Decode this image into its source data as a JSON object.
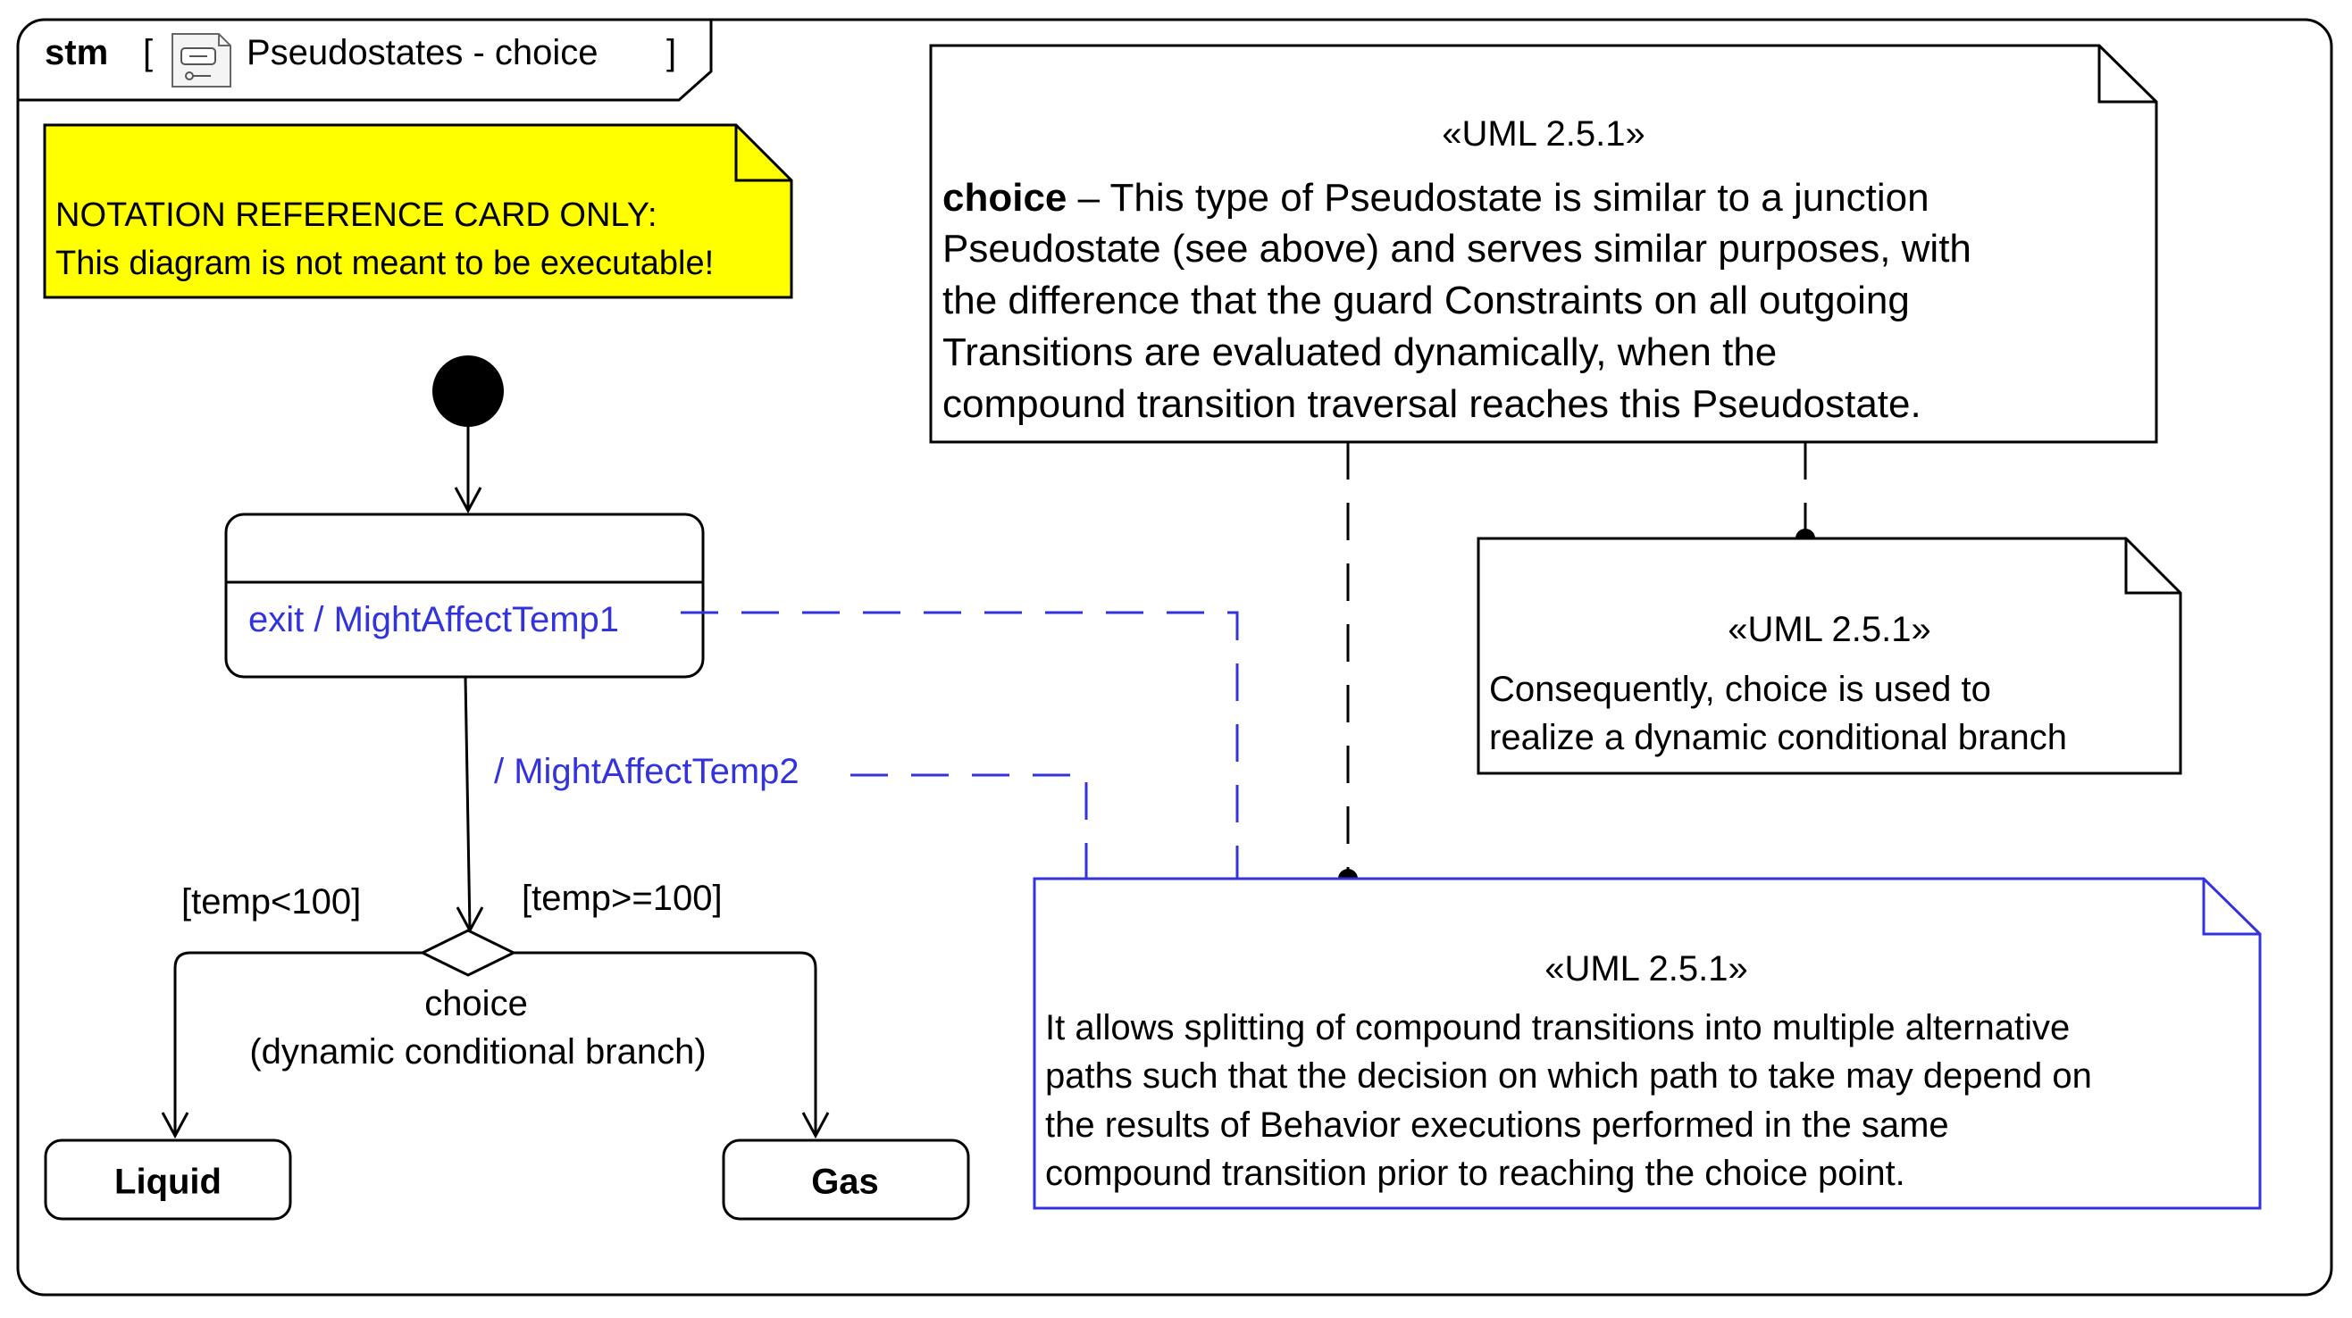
{
  "frame": {
    "kind": "stm",
    "bracket_open": "[",
    "name": "Pseudostates - choice",
    "bracket_close": "]"
  },
  "yellow_note": {
    "line1": "NOTATION REFERENCE CARD ONLY:",
    "line2": "This diagram is not meant to be executable!",
    "fill_color": "#ffff00"
  },
  "state_a": {
    "exit_behavior": "exit / MightAffectTemp1"
  },
  "transition_effect": "/ MightAffectTemp2",
  "choice": {
    "label_line1": "choice",
    "label_line2": "(dynamic conditional branch)",
    "guard_left": "[temp<100]",
    "guard_right": "[temp>=100]"
  },
  "states": {
    "liquid": "Liquid",
    "gas": "Gas"
  },
  "note_main": {
    "stereotype": "«UML 2.5.1»",
    "bold_word": "choice",
    "line1_rest": " – This type of Pseudostate is similar to a junction",
    "line2": "Pseudostate (see above) and serves similar purposes, with",
    "line3": "the difference that the guard Constraints on all outgoing",
    "line4": "Transitions are evaluated dynamically, when the",
    "line5": "compound transition traversal reaches this Pseudostate."
  },
  "note_right": {
    "stereotype": "«UML 2.5.1»",
    "line1": "Consequently, choice is used to",
    "line2": "realize a dynamic conditional branch"
  },
  "note_blue": {
    "stereotype": "«UML 2.5.1»",
    "line1": "It allows splitting of compound transitions into multiple alternative",
    "line2": "paths such that the decision on which path to take may depend on",
    "line3": "the results of Behavior executions performed in the same",
    "line4": "compound transition prior to reaching the choice point."
  },
  "colors": {
    "blue_accent": "#3333dd",
    "line": "#000000"
  }
}
